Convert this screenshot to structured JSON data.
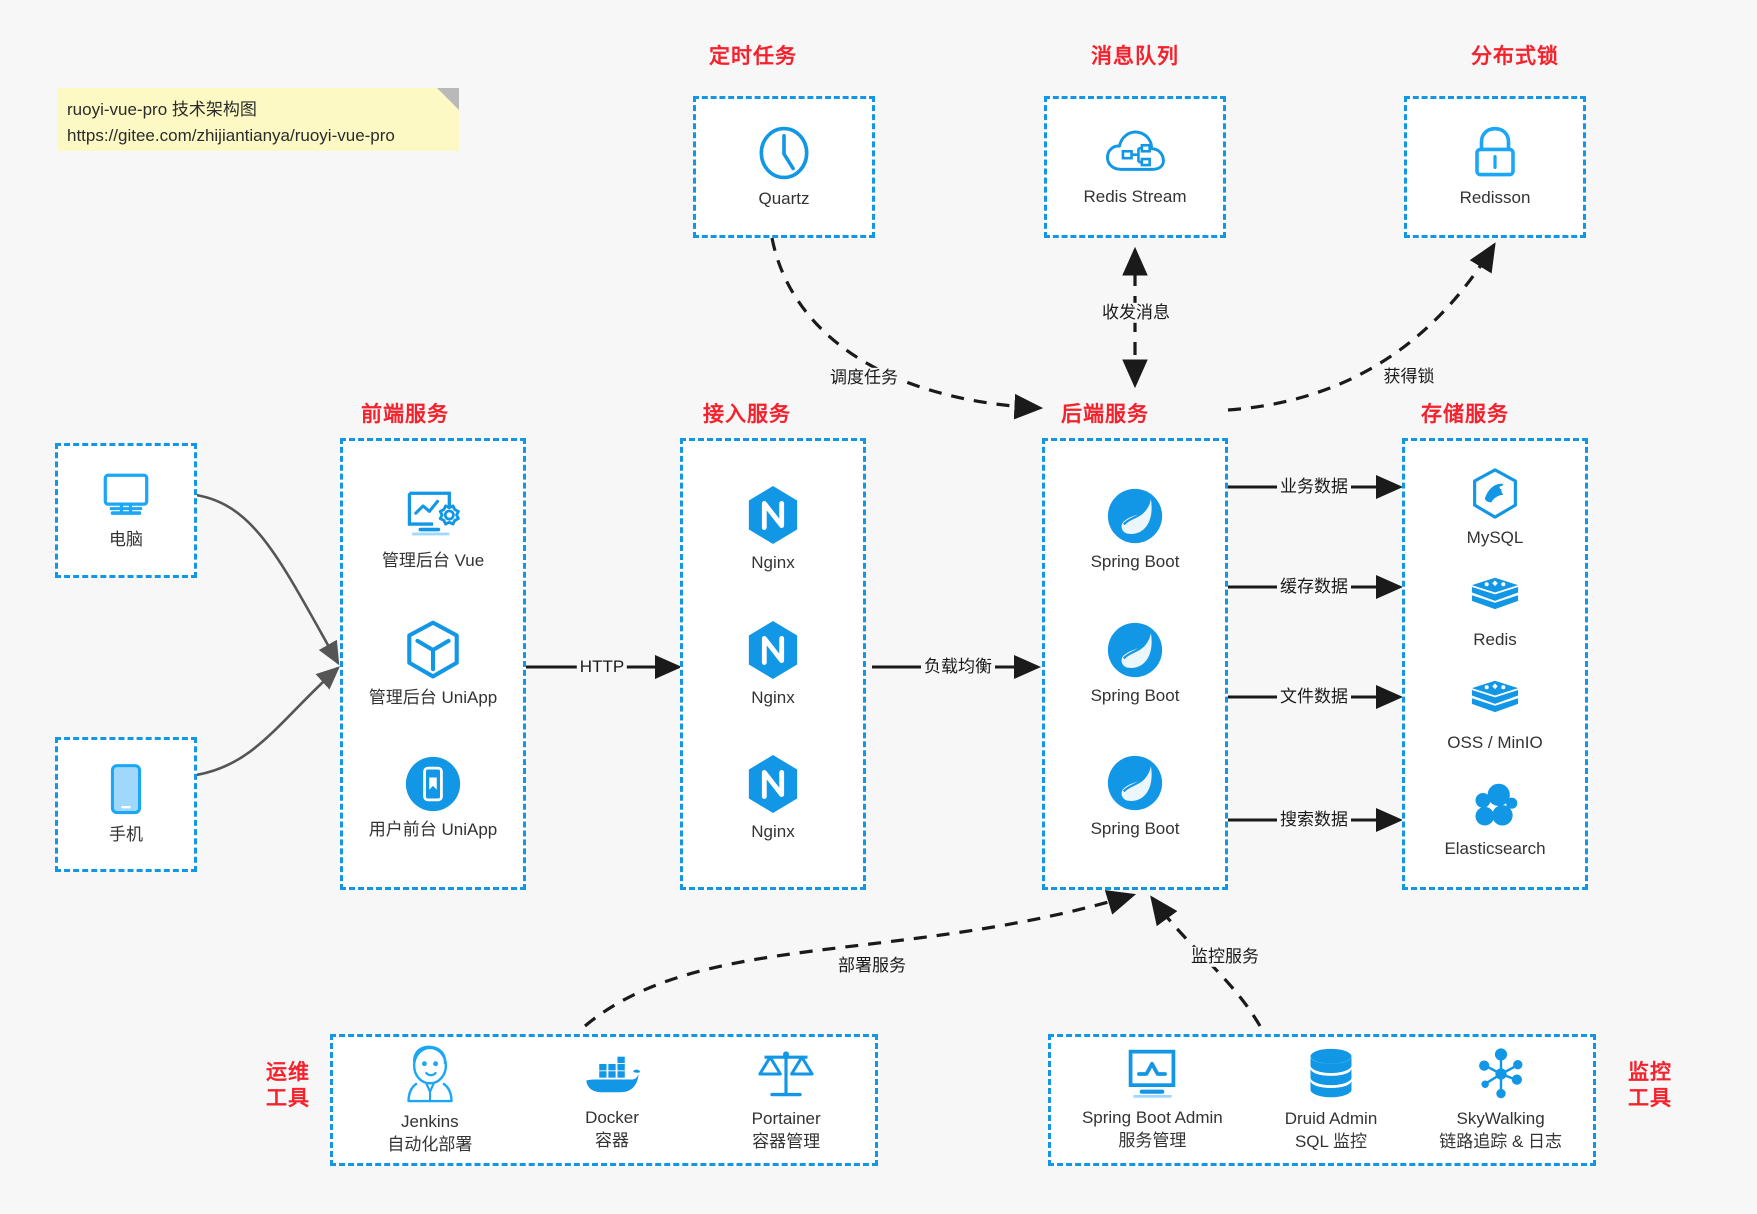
{
  "note": {
    "line1": "ruoyi-vue-pro 技术架构图",
    "line2": "https://gitee.com/zhijiantianya/ruoyi-vue-pro"
  },
  "colors": {
    "accent_blue": "#1296e6",
    "title_red": "#f5222d",
    "note_yellow": "#fcf9c4",
    "canvas_gray": "#f7f7f7",
    "edge_gray": "#555555",
    "edge_black": "#1a1a1a"
  },
  "sections": {
    "scheduled_task": {
      "title": "定时任务"
    },
    "message_queue": {
      "title": "消息队列"
    },
    "distributed_lock": {
      "title": "分布式锁"
    },
    "frontend": {
      "title": "前端服务"
    },
    "gateway": {
      "title": "接入服务"
    },
    "backend": {
      "title": "后端服务"
    },
    "storage": {
      "title": "存储服务"
    },
    "ops_tools": {
      "title_line1": "运维",
      "title_line2": "工具"
    },
    "monitor_tools": {
      "title_line1": "监控",
      "title_line2": "工具"
    }
  },
  "clients": [
    {
      "label": "电脑",
      "icon": "desktop-computer-icon"
    },
    {
      "label": "手机",
      "icon": "mobile-phone-icon"
    }
  ],
  "scheduled_task_nodes": [
    {
      "label": "Quartz",
      "icon": "clock-icon"
    }
  ],
  "message_queue_nodes": [
    {
      "label": "Redis Stream",
      "icon": "cloud-stream-icon"
    }
  ],
  "distributed_lock_nodes": [
    {
      "label": "Redisson",
      "icon": "padlock-icon"
    }
  ],
  "frontend_nodes": [
    {
      "label": "管理后台 Vue",
      "icon": "admin-dashboard-icon"
    },
    {
      "label": "管理后台 UniApp",
      "icon": "cube-icon"
    },
    {
      "label": "用户前台 UniApp",
      "icon": "mobile-app-icon"
    }
  ],
  "gateway_nodes": [
    {
      "label": "Nginx",
      "icon": "nginx-icon"
    },
    {
      "label": "Nginx",
      "icon": "nginx-icon"
    },
    {
      "label": "Nginx",
      "icon": "nginx-icon"
    }
  ],
  "backend_nodes": [
    {
      "label": "Spring Boot",
      "icon": "spring-boot-icon"
    },
    {
      "label": "Spring Boot",
      "icon": "spring-boot-icon"
    },
    {
      "label": "Spring Boot",
      "icon": "spring-boot-icon"
    }
  ],
  "storage_nodes": [
    {
      "label": "MySQL",
      "icon": "mysql-icon"
    },
    {
      "label": "Redis",
      "icon": "redis-icon"
    },
    {
      "label": "OSS / MinIO",
      "icon": "oss-minio-icon"
    },
    {
      "label": "Elasticsearch",
      "icon": "elasticsearch-icon"
    }
  ],
  "ops_nodes": [
    {
      "label": "Jenkins",
      "sublabel": "自动化部署",
      "icon": "jenkins-icon"
    },
    {
      "label": "Docker",
      "sublabel": "容器",
      "icon": "docker-whale-icon"
    },
    {
      "label": "Portainer",
      "sublabel": "容器管理",
      "icon": "balance-scale-icon"
    }
  ],
  "monitor_nodes": [
    {
      "label": "Spring Boot Admin",
      "sublabel": "服务管理",
      "icon": "monitor-chart-icon"
    },
    {
      "label": "Druid Admin",
      "sublabel": "SQL 监控",
      "icon": "database-stack-icon"
    },
    {
      "label": "SkyWalking",
      "sublabel": "链路追踪 & 日志",
      "icon": "network-nodes-icon"
    }
  ],
  "edge_labels": {
    "http": "HTTP",
    "load_balance": "负载均衡",
    "schedule_task": "调度任务",
    "send_receive_message": "收发消息",
    "acquire_lock": "获得锁",
    "business_data": "业务数据",
    "cache_data": "缓存数据",
    "file_data": "文件数据",
    "search_data": "搜索数据",
    "deploy_service": "部署服务",
    "monitor_service": "监控服务"
  }
}
